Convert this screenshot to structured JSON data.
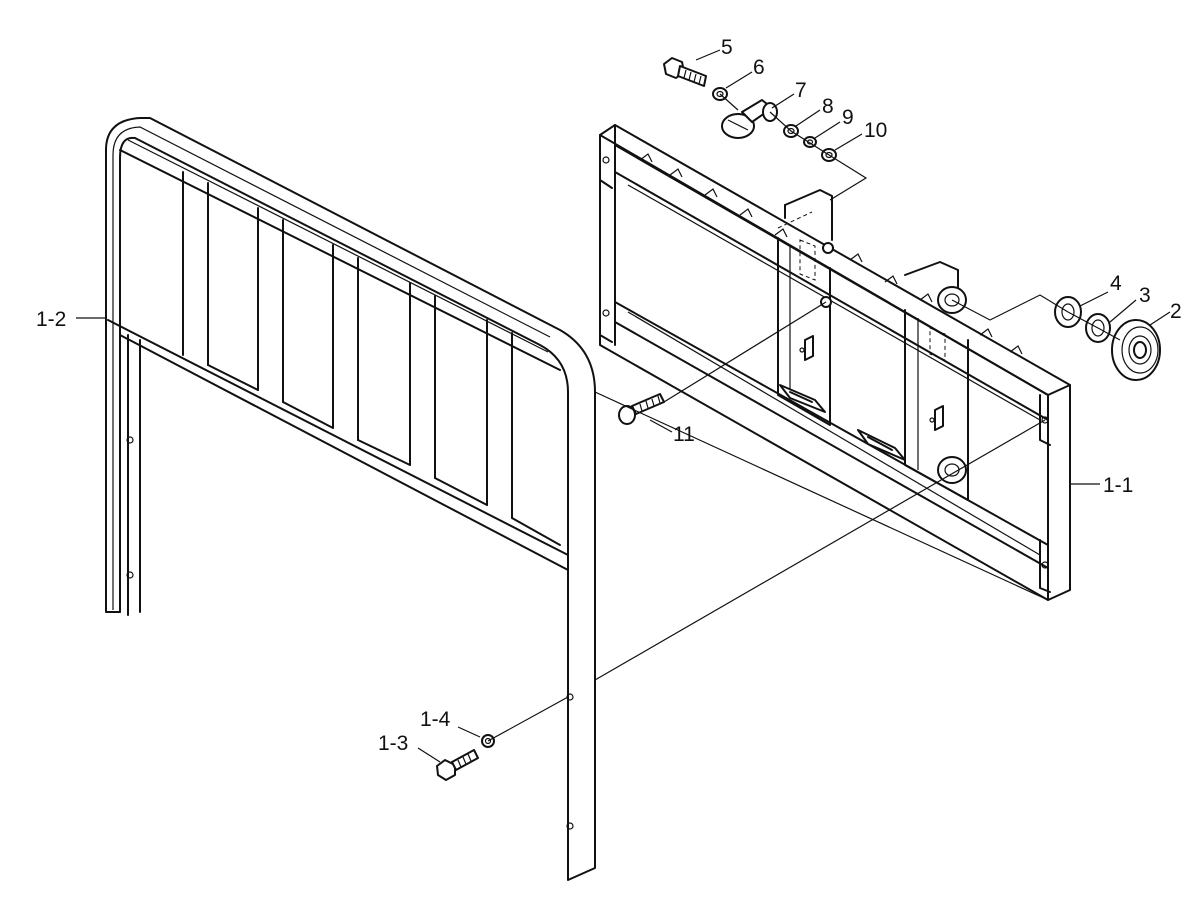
{
  "labels": {
    "p1_1": "1-1",
    "p1_2": "1-2",
    "p1_3": "1-3",
    "p1_4": "1-4",
    "p2": "2",
    "p3": "3",
    "p4": "4",
    "p5": "5",
    "p6": "6",
    "p7": "7",
    "p8": "8",
    "p9": "9",
    "p10": "10",
    "p11": "11"
  }
}
